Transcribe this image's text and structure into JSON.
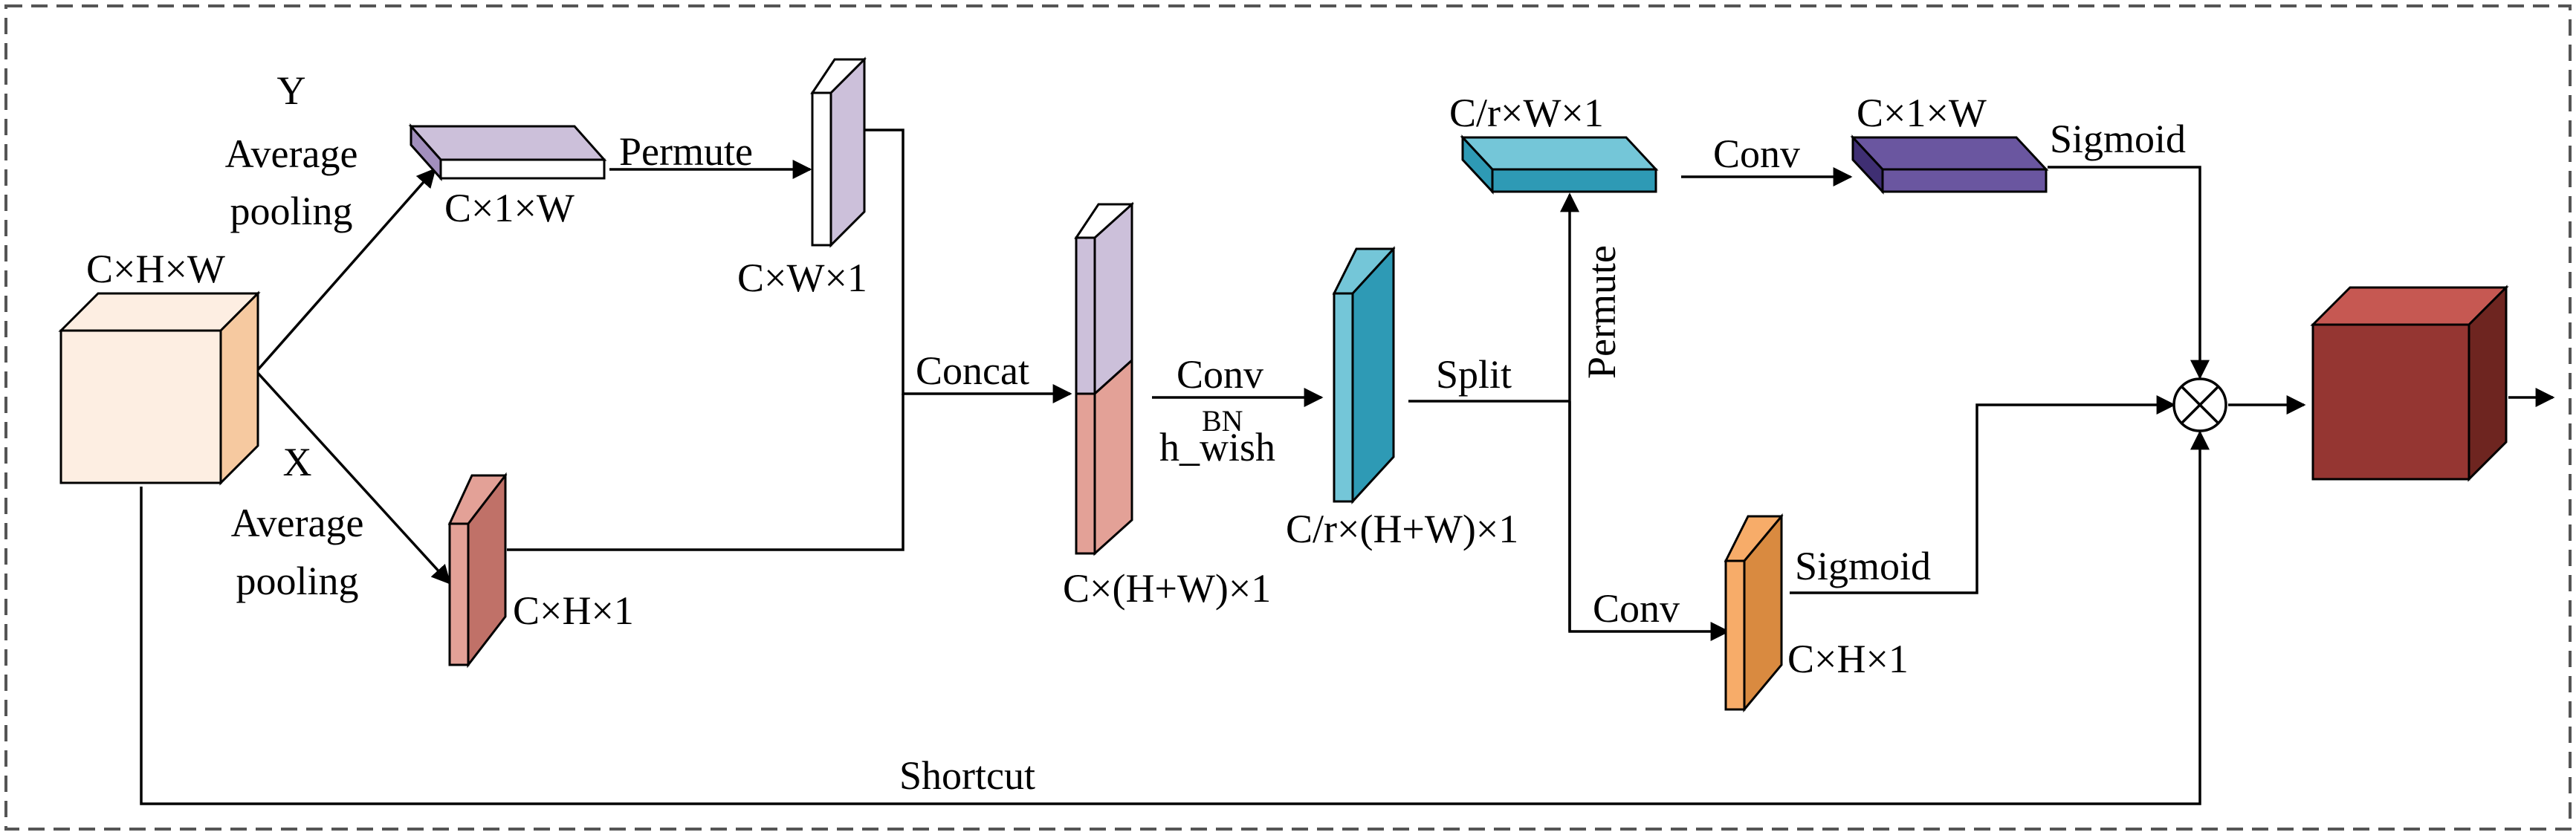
{
  "labels": {
    "input_dims": "C×H×W",
    "y_pool_line1": "Y",
    "y_pool_line2": "Average",
    "y_pool_line3": "pooling",
    "x_pool_line1": "X",
    "x_pool_line2": "Average",
    "x_pool_line3": "pooling",
    "ypool_dims": "C×1×W",
    "permute_1": "Permute",
    "permuted_dims": "C×W×1",
    "xpool_dims": "C×H×1",
    "concat": "Concat",
    "concat_dims": "C×(H+W)×1",
    "conv_1": "Conv",
    "bn": "BN",
    "h_wish": "h_wish",
    "reduced_dims": "C/r×(H+W)×1",
    "split": "Split",
    "permute_2": "Permute",
    "w_branch_dims": "C/r×W×1",
    "conv_2": "Conv",
    "w_out_dims": "C×1×W",
    "sigmoid_1": "Sigmoid",
    "conv_3": "Conv",
    "h_out_dims": "C×H×1",
    "sigmoid_2": "Sigmoid",
    "shortcut": "Shortcut"
  },
  "colors": {
    "input_cube_front": "#fdeee2",
    "input_cube_side": "#f6c9a0",
    "lavender_front": "#ccc0da",
    "lavender_side": "#a28fbd",
    "pink_front": "#e3a197",
    "pink_side": "#c07168",
    "cyan_front": "#74c6d8",
    "cyan_side": "#2e9ab5",
    "purple_top": "#6a56a0",
    "purple_side": "#3f2f73",
    "orange_front": "#f7ac69",
    "orange_side": "#d98a40",
    "output_front": "#953632",
    "output_top": "#c65852",
    "output_side": "#6e2520",
    "line": "#000000",
    "border": "#555555"
  }
}
